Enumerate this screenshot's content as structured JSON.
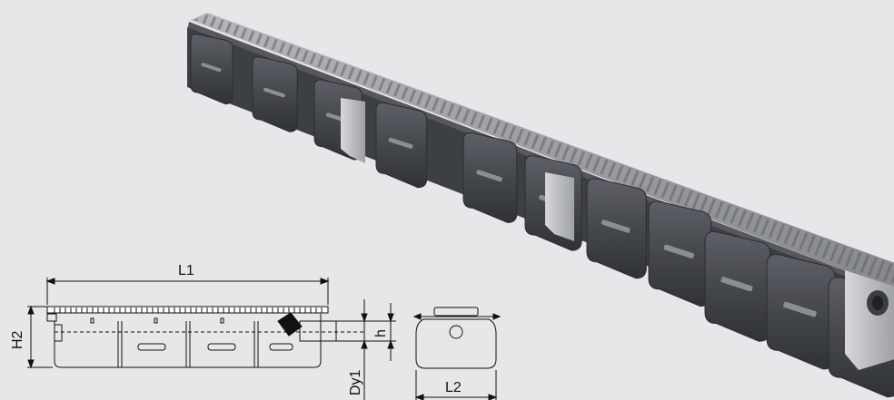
{
  "labels": {
    "L1": "L1",
    "H2": "H2",
    "h": "h",
    "Dy1": "Dy1",
    "L2": "L2"
  },
  "colors": {
    "background": "#e6e7e9",
    "module_dark": "#3f4247",
    "module_mid": "#575a60",
    "module_light": "#7a7d83",
    "grating": "#9b9da1",
    "grating_dark": "#6d7075",
    "coupling": "#b9bcc0",
    "line": "#111111"
  },
  "illustration": {
    "module_count": 11
  }
}
